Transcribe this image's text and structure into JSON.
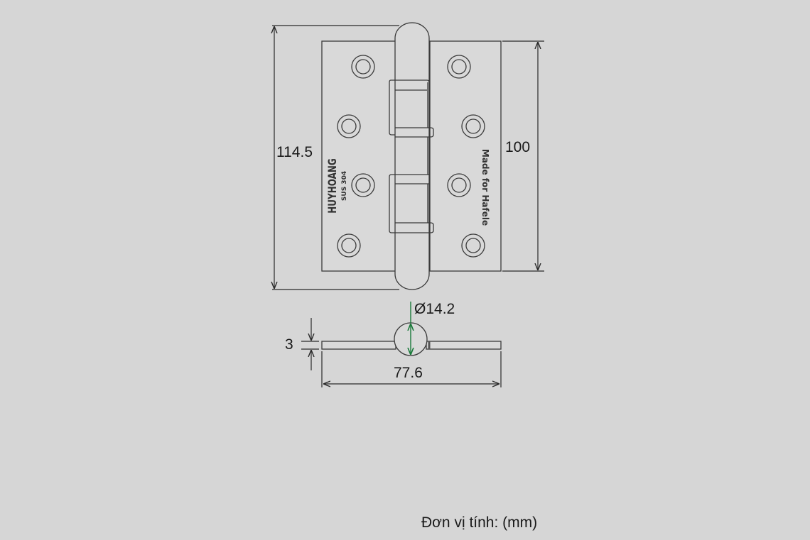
{
  "front_view": {
    "height_total": "114.5",
    "height_plate": "100",
    "left_plate_marking": "HUYHOANG",
    "left_plate_grade": "SUS 304",
    "right_plate_marking": "Made for Hafele"
  },
  "side_view": {
    "knuckle_diameter": "Ø14.2",
    "thickness": "3",
    "open_width": "77.6"
  },
  "footer": {
    "unit_note": "Đơn vị tính: (mm)"
  },
  "colors": {
    "background": "#d6d6d6",
    "diameter_arrow": "#1a7a3a"
  }
}
